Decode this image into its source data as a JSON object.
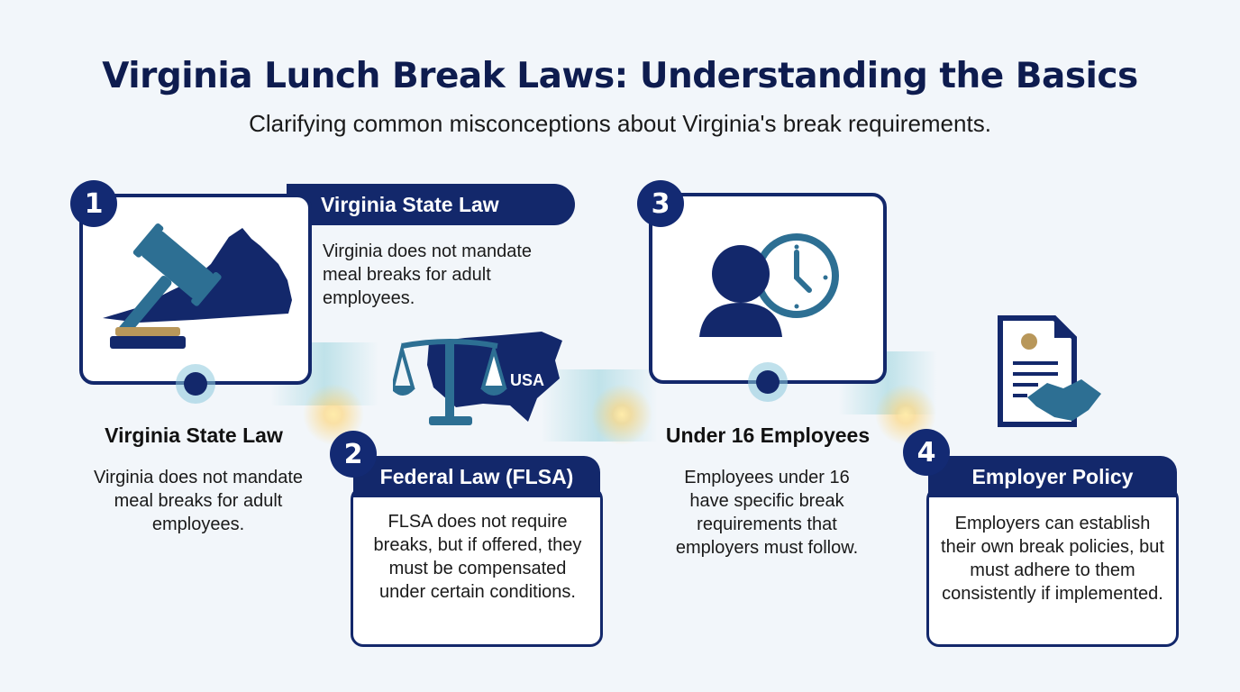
{
  "header": {
    "title": "Virginia Lunch Break Laws: Understanding the Basics",
    "subtitle": "Clarifying common misconceptions about Virginia's break requirements."
  },
  "colors": {
    "navy": "#13286b",
    "teal": "#2d6f93",
    "gold": "#b8975a",
    "background": "#f2f6fa"
  },
  "steps": [
    {
      "number": "1",
      "header": "Virginia State Law",
      "header_text": "Virginia does not mandate meal breaks for adult employees.",
      "title": "Virginia State Law",
      "text": "Virginia does not mandate meal breaks for adult employees.",
      "icon": "gavel-virginia-map-icon"
    },
    {
      "number": "2",
      "title": "Federal Law (FLSA)",
      "text": "FLSA does not require breaks, but if offered, they must be compensated under certain conditions.",
      "icon": "scales-usa-map-icon",
      "icon_label": "USA"
    },
    {
      "number": "3",
      "title": "Under 16 Employees",
      "text": "Employees under 16 have specific break requirements that employers must follow.",
      "icon": "person-clock-icon"
    },
    {
      "number": "4",
      "title": "Employer Policy",
      "text": "Employers can establish their own break policies, but must adhere to them consistently if implemented.",
      "icon": "document-handshake-icon"
    }
  ]
}
